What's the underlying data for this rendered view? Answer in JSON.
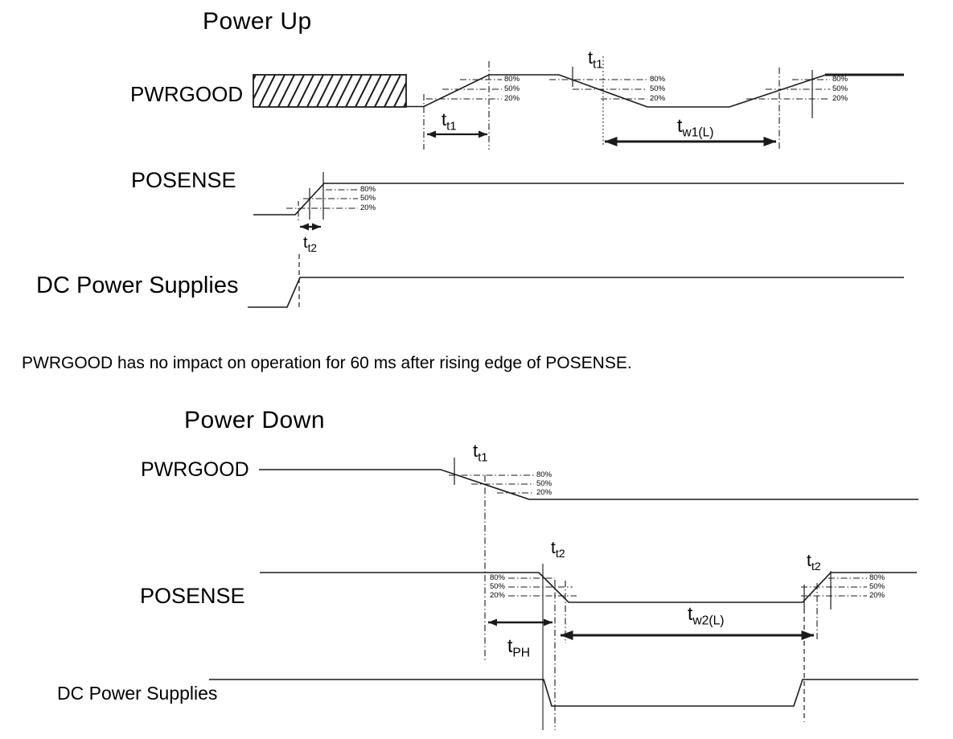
{
  "figure": {
    "power_up": {
      "title": "Power Up",
      "signals": {
        "pwrgood": "PWRGOOD",
        "posense": "POSENSE",
        "dc_power": "DC Power Supplies"
      }
    },
    "power_down": {
      "title": "Power Down",
      "signals": {
        "pwrgood": "PWRGOOD",
        "posense": "POSENSE",
        "dc_power": "DC Power Supplies"
      }
    },
    "note": "PWRGOOD has no impact on operation for 60 ms after rising edge of POSENSE.",
    "levels": [
      "80%",
      "50%",
      "20%"
    ],
    "timing_labels": {
      "tt1": {
        "base": "t",
        "sub": "t1"
      },
      "tt2": {
        "base": "t",
        "sub": "t2"
      },
      "tw1l": {
        "base": "t",
        "sub": "w1(L)"
      },
      "tw2l": {
        "base": "t",
        "sub": "w2(L)"
      },
      "tph": {
        "base": "t",
        "sub": "PH"
      }
    },
    "colors": {
      "line": "#1a1a1a",
      "text": "#000000",
      "background": "#ffffff"
    }
  }
}
